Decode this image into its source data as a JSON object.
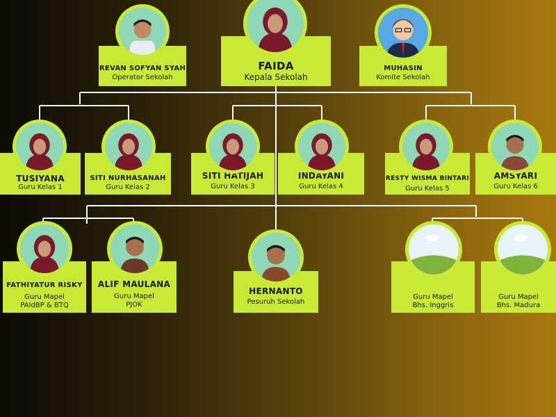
{
  "colors": {
    "card": "#c9ea35",
    "line": "#ffffff",
    "hijab": "#7a1a2a",
    "photo_bg": "#7fd79a"
  },
  "nodes": {
    "faida": {
      "name": "FAIDA",
      "role": "Kepala Sekolah",
      "icon": "woman-hijab-avatar-icon"
    },
    "revan": {
      "name": "REVAN SOFYAN SYAH",
      "role": "Operator Sekolah",
      "icon": "man-avatar-icon"
    },
    "muhasin": {
      "name": "MUHASIN",
      "role": "Komite Sekolah",
      "icon": "cartoon-man-avatar-icon"
    },
    "tusiyana": {
      "name": "TUSIYANA",
      "role": "Guru Kelas 1",
      "icon": "woman-hijab-avatar-icon"
    },
    "siti_nurhasanah": {
      "name": "SITI NURHASANAH",
      "role": "Guru Kelas 2",
      "icon": "woman-hijab-avatar-icon"
    },
    "siti_hatijah": {
      "name": "SITI HATIJAH",
      "role": "Guru Kelas 3",
      "icon": "woman-hijab-avatar-icon"
    },
    "indayani": {
      "name": "INDAYANI",
      "role": "Guru Kelas 4",
      "icon": "woman-hijab-avatar-icon"
    },
    "resty": {
      "name": "RESTY WISMA BINTARI",
      "role": "Guru Kelas 5",
      "icon": "woman-hijab-avatar-icon"
    },
    "amsyari": {
      "name": "AMSYARI",
      "role": "Guru Kelas 6",
      "icon": "man-avatar-icon"
    },
    "fathiyatur": {
      "name": "FATHIYATUR RISKY",
      "role": "Guru Mapel",
      "role2": "PAIdBP & BTQ",
      "icon": "woman-hijab-avatar-icon"
    },
    "alif": {
      "name": "ALIF MAULANA",
      "role": "Guru Mapel",
      "role2": "PJOK",
      "icon": "man-avatar-icon"
    },
    "hernanto": {
      "name": "HERNANTO",
      "role": "Pesuruh Sekolah",
      "icon": "man-avatar-icon"
    },
    "inggris": {
      "role": "Guru Mapel",
      "role2": "Bhs. Inggris",
      "icon": "landscape-placeholder-icon"
    },
    "madura": {
      "role": "Guru Mapel",
      "role2": "Bhs. Madura",
      "icon": "landscape-placeholder-icon"
    }
  }
}
